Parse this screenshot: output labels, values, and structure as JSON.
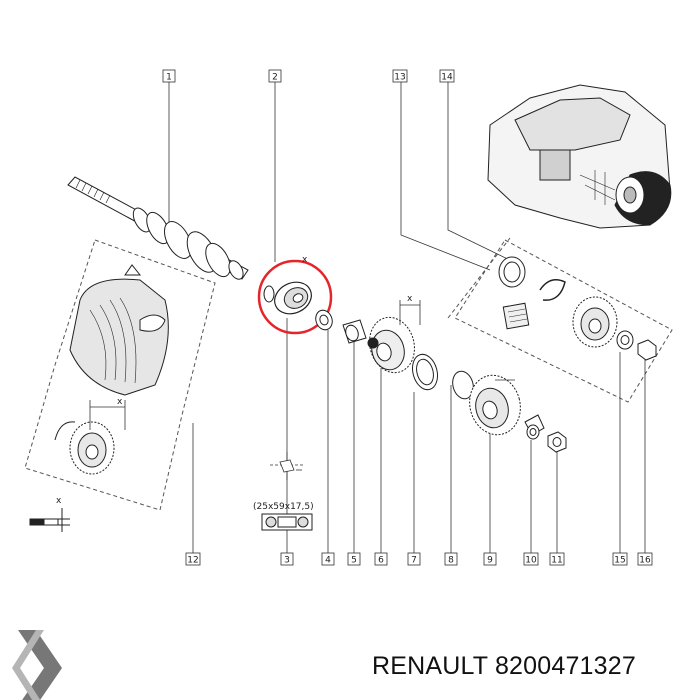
{
  "callouts": [
    {
      "num": "1"
    },
    {
      "num": "2"
    },
    {
      "num": "13"
    },
    {
      "num": "14"
    },
    {
      "num": "3"
    },
    {
      "num": "4"
    },
    {
      "num": "5"
    },
    {
      "num": "6"
    },
    {
      "num": "7"
    },
    {
      "num": "8"
    },
    {
      "num": "9"
    },
    {
      "num": "10"
    },
    {
      "num": "11"
    },
    {
      "num": "12"
    },
    {
      "num": "15"
    },
    {
      "num": "16"
    }
  ],
  "bearing_spec": "(25x59x17,5)",
  "dimension_marks": {
    "x": "x"
  },
  "highlight_color": "#e5252a",
  "brand": {
    "name": "RENAULT",
    "part_number": "8200471327"
  },
  "logo_icon": "renault-diamond-icon"
}
